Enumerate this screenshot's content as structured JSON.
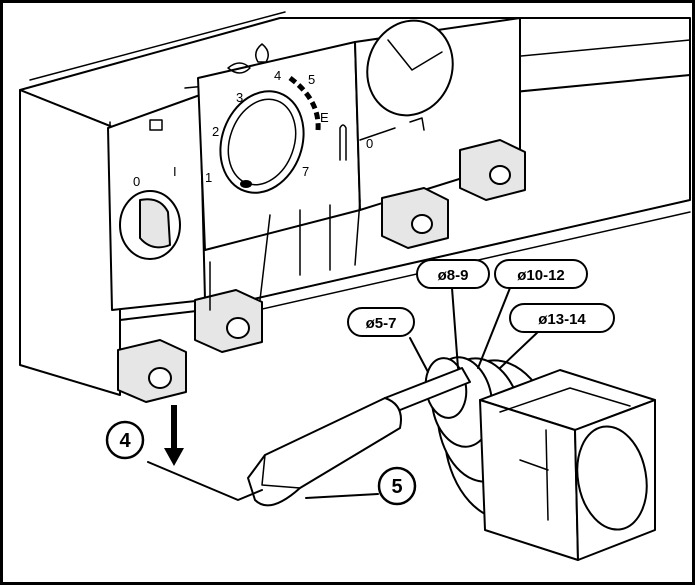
{
  "diagram": {
    "callouts": {
      "step4": "4",
      "step5": "5"
    },
    "size_labels": {
      "s1": "ø5-7",
      "s2": "ø8-9",
      "s3": "ø10-12",
      "s4": "ø13-14"
    },
    "switch_labels": {
      "off": "0",
      "on": "I"
    },
    "dial_labels": {
      "d1": "1",
      "d2": "2",
      "d3": "3",
      "d4": "4",
      "d5": "5",
      "d6": "E",
      "d7": "7",
      "d8": "0"
    }
  }
}
